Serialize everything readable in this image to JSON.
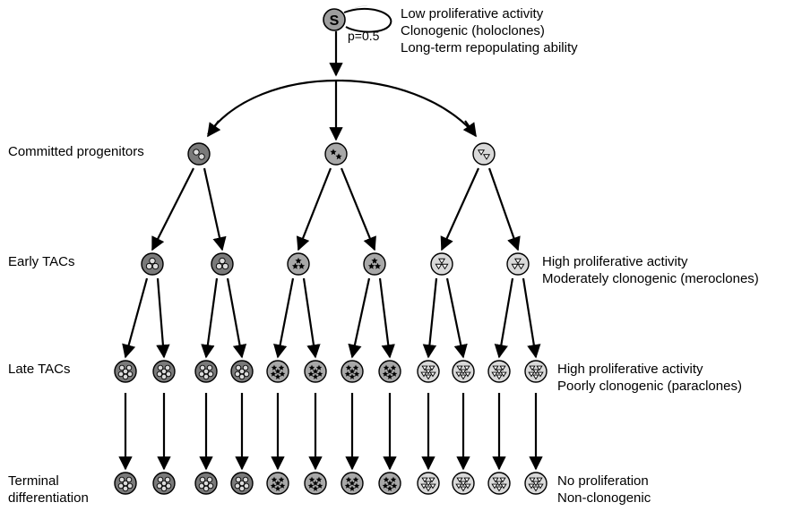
{
  "stem": {
    "symbol": "S",
    "self_renewal_probability": "p=0.5",
    "description": [
      "Low proliferative activity",
      "Clonogenic (holoclones)",
      "Long-term repopulating ability"
    ]
  },
  "rows": {
    "committed": {
      "label": "Committed progenitors"
    },
    "early": {
      "label": "Early TACs",
      "description": [
        "High proliferative activity",
        "Moderately clonogenic (meroclones)"
      ]
    },
    "late": {
      "label": "Late TACs",
      "description": [
        "High proliferative activity",
        "Poorly clonogenic (paraclones)"
      ]
    },
    "terminal": {
      "label_line1": "Terminal",
      "label_line2": "differentiation",
      "description": [
        "No proliferation",
        "Non-clonogenic"
      ]
    }
  },
  "lineages": [
    {
      "marker": "circle",
      "fill": "#7a7a7a"
    },
    {
      "marker": "star",
      "fill": "#a8a8a8"
    },
    {
      "marker": "triangle",
      "fill": "#d9d9d9"
    }
  ],
  "colors": {
    "stem_fill": "#9e9e9e",
    "line": "#000000"
  }
}
